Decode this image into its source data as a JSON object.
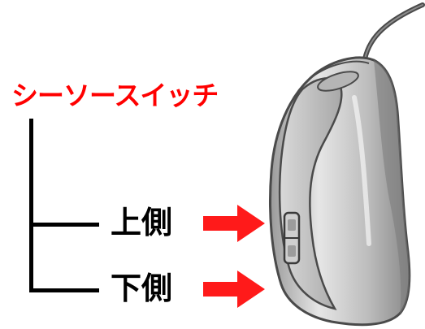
{
  "title": "シーソースイッチ",
  "labels": {
    "upper": "上側",
    "lower": "下側"
  },
  "colors": {
    "title": "#ff0000",
    "arrow": "#ff1a1a",
    "line": "#000000",
    "device_body": "#c8c8c8",
    "device_outline": "#4a4a4a"
  },
  "icons": {
    "device": "hearing-aid-icon",
    "arrow": "right-arrow-icon"
  }
}
